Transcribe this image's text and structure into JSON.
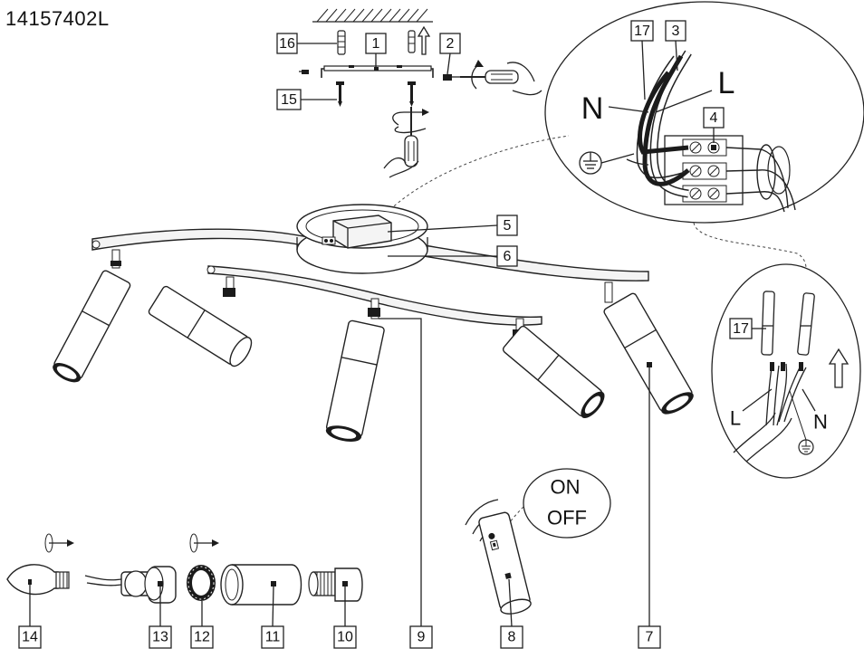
{
  "product_code": "14157402L",
  "callouts": {
    "c1": "1",
    "c2": "2",
    "c3": "3",
    "c4": "4",
    "c5": "5",
    "c6": "6",
    "c7": "7",
    "c8": "8",
    "c9": "9",
    "c10": "10",
    "c11": "11",
    "c12": "12",
    "c13": "13",
    "c14": "14",
    "c15": "15",
    "c16": "16",
    "c17a": "17",
    "c17b": "17"
  },
  "wiring": {
    "live_big": "L",
    "neutral_big": "N",
    "live_small": "L",
    "neutral_small": "N"
  },
  "switch": {
    "on": "ON",
    "off": "OFF"
  }
}
